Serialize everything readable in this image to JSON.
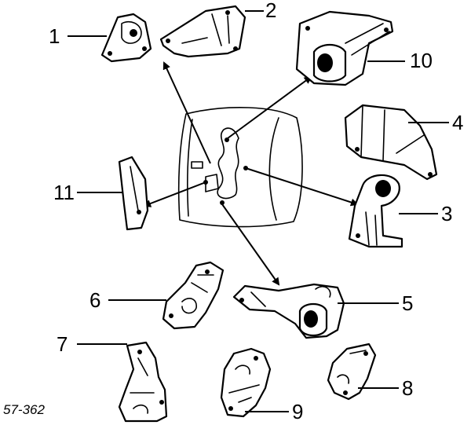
{
  "callouts": {
    "n1": "1",
    "n2": "2",
    "n3": "3",
    "n4": "4",
    "n5": "5",
    "n6": "6",
    "n7": "7",
    "n8": "8",
    "n9": "9",
    "n10": "10",
    "n11": "11"
  },
  "figure_code": "57-362"
}
